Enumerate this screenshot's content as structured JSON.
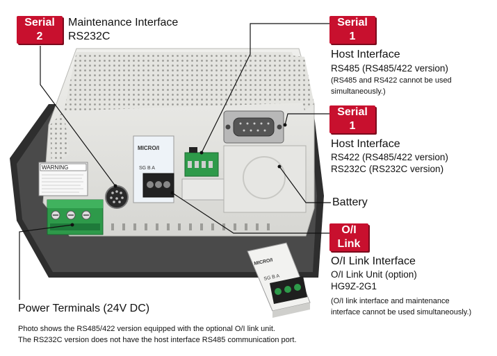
{
  "tags": {
    "serial2": [
      "Serial",
      "2"
    ],
    "serial1_top": [
      "Serial",
      "1"
    ],
    "serial1_mid": [
      "Serial",
      "1"
    ],
    "oi_link": [
      "O/I",
      "Link"
    ]
  },
  "maintenance": {
    "title": "Maintenance Interface",
    "sub": "RS232C"
  },
  "host1": {
    "title": "Host Interface",
    "line1": "RS485 (RS485/422 version)",
    "note1": "(RS485 and RS422 cannot be used",
    "note2": "simultaneously.)"
  },
  "host2": {
    "title": "Host Interface",
    "line1": "RS422 (RS485/422 version)",
    "line2": "RS232C (RS232C version)"
  },
  "battery": "Battery",
  "oi": {
    "title": "O/I Link Interface",
    "line1": "O/I Link Unit (option)",
    "line2": "HG9Z-2G1",
    "note1": "(O/I link interface and maintenance",
    "note2": "interface cannot be used simultaneously.)"
  },
  "power": "Power Terminals (24V DC)",
  "footer": {
    "line1": "Photo shows the RS485/422 version equipped with the optional O/I link unit.",
    "line2": "The RS232C version does not have the host interface RS485 communication port."
  },
  "device_text": {
    "warning": "WARNING",
    "brand": "MICRO/I",
    "unit_brand": "MICRO/I",
    "unit_pins": "SG  B  A",
    "block_pins": "SG  B  A"
  }
}
